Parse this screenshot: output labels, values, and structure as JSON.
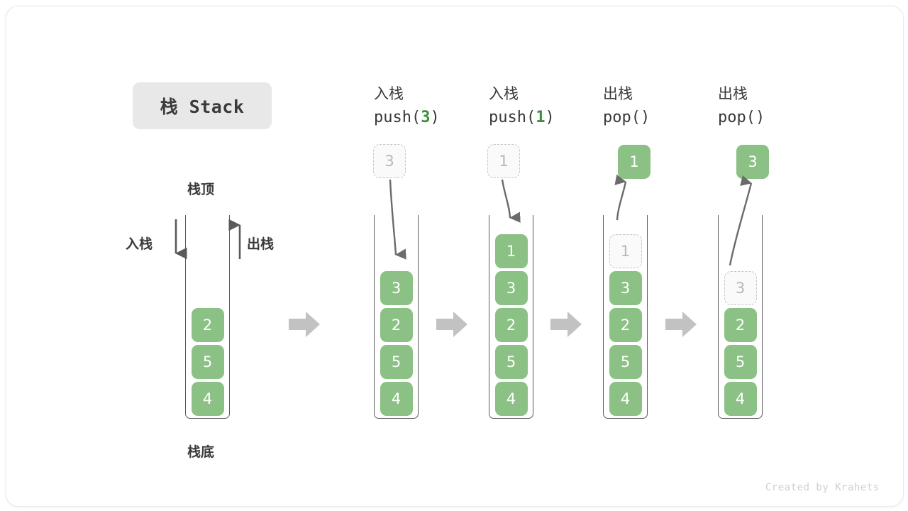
{
  "title_badge": "栈 Stack",
  "labels": {
    "top": "栈顶",
    "bottom": "栈底",
    "push_side": "入栈",
    "pop_side": "出栈"
  },
  "watermark": "Created by Krahets",
  "colors": {
    "element_green": "#8cc185",
    "accent_green": "#3f8f3a",
    "ghost_border": "#c6c6c6",
    "ghost_text": "#b8b8b8",
    "outline": "#5a5a5a",
    "arrow_gray": "#6b6b6b",
    "sep_arrow_gray": "#c2c2c2",
    "badge_bg": "#e8e8e8",
    "text": "#3a3a3a"
  },
  "stages": [
    {
      "id": "initial",
      "op_cn": "",
      "op_code": "",
      "op_arg": "",
      "stack": [
        "2",
        "5",
        "4"
      ],
      "floating": null,
      "ghost_in_stack": null
    },
    {
      "id": "push-3",
      "op_cn": "入栈",
      "op_code_pre": "push(",
      "op_arg": "3",
      "op_code_post": ")",
      "stack": [
        "3",
        "2",
        "5",
        "4"
      ],
      "floating": {
        "value": "3",
        "style": "ghost"
      },
      "ghost_in_stack": null
    },
    {
      "id": "push-1",
      "op_cn": "入栈",
      "op_code_pre": "push(",
      "op_arg": "1",
      "op_code_post": ")",
      "stack": [
        "1",
        "3",
        "2",
        "5",
        "4"
      ],
      "floating": {
        "value": "1",
        "style": "ghost"
      },
      "ghost_in_stack": null
    },
    {
      "id": "pop-1",
      "op_cn": "出栈",
      "op_code_pre": "pop(",
      "op_arg": "",
      "op_code_post": ")",
      "stack": [
        "3",
        "2",
        "5",
        "4"
      ],
      "floating": {
        "value": "1",
        "style": "filled"
      },
      "ghost_in_stack": {
        "value": "1"
      }
    },
    {
      "id": "pop-3",
      "op_cn": "出栈",
      "op_code_pre": "pop(",
      "op_arg": "",
      "op_code_post": ")",
      "stack": [
        "2",
        "5",
        "4"
      ],
      "floating": {
        "value": "3",
        "style": "filled"
      },
      "ghost_in_stack": {
        "value": "3"
      }
    }
  ]
}
